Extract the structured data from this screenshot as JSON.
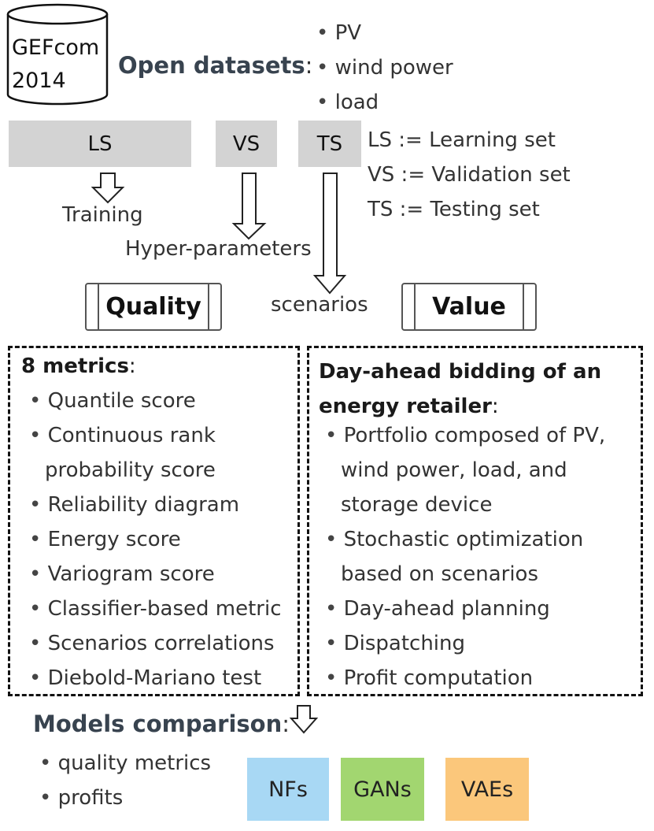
{
  "cylinder": {
    "line1": "GEFcom",
    "line2": "2014"
  },
  "open_datasets": {
    "label": "Open datasets",
    "colon": ":",
    "items": [
      "PV",
      "wind power",
      "load"
    ]
  },
  "sets": {
    "ls": "LS",
    "vs": "VS",
    "ts": "TS"
  },
  "definitions": [
    "LS := Learning set",
    "VS := Validation set",
    "TS := Testing set"
  ],
  "arrow_labels": {
    "training": "Training",
    "hyper": "Hyper-parameters",
    "scenarios": "scenarios"
  },
  "quality": {
    "label": "Quality"
  },
  "value": {
    "label": "Value"
  },
  "metrics": {
    "title": "8 metrics",
    "colon": ":",
    "items": [
      "Quantile score",
      "Continuous rank",
      "probability score",
      "Reliability diagram",
      "Energy score",
      "Variogram score",
      "Classifier-based metric",
      "Scenarios correlations",
      "Diebold-Mariano test"
    ]
  },
  "bidding": {
    "title_line1": "Day-ahead bidding of an",
    "title_line2": "energy retailer",
    "colon": ":",
    "items": [
      "Portfolio composed of PV,",
      "wind power, load, and",
      "storage device",
      "Stochastic optimization",
      "based on scenarios",
      "Day-ahead planning",
      "Dispatching",
      "Profit computation"
    ]
  },
  "comparison": {
    "label": "Models comparison",
    "colon": ":",
    "items": [
      "quality metrics",
      "profits"
    ]
  },
  "models": [
    {
      "label": "NFs",
      "color": "#a8d8f4"
    },
    {
      "label": "GANs",
      "color": "#a2d670"
    },
    {
      "label": "VAEs",
      "color": "#fbc77b"
    }
  ]
}
